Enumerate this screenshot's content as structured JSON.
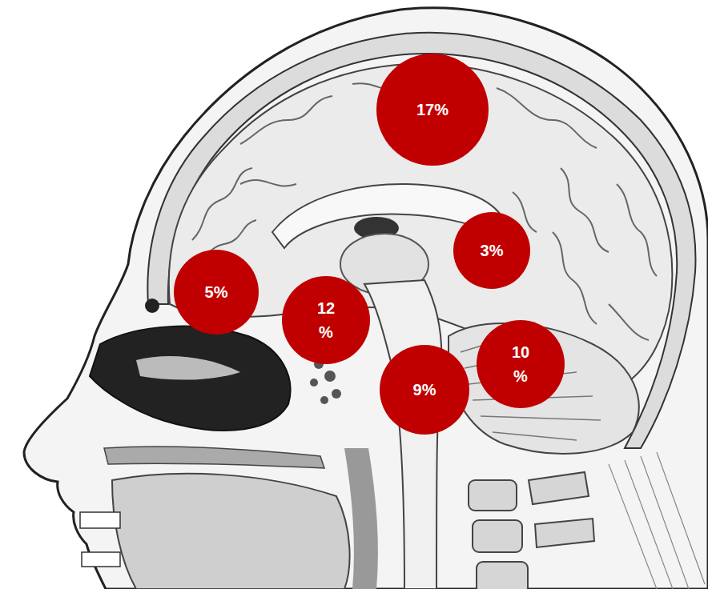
{
  "diagram": {
    "nodes": [
      {
        "text": [
          "17%"
        ]
      },
      {
        "text": [
          "3%"
        ]
      },
      {
        "text": [
          "5%"
        ]
      },
      {
        "text": [
          "12 %"
        ]
      },
      {
        "text": [
          "10 %"
        ]
      },
      {
        "text": [
          "9%"
        ]
      }
    ]
  }
}
